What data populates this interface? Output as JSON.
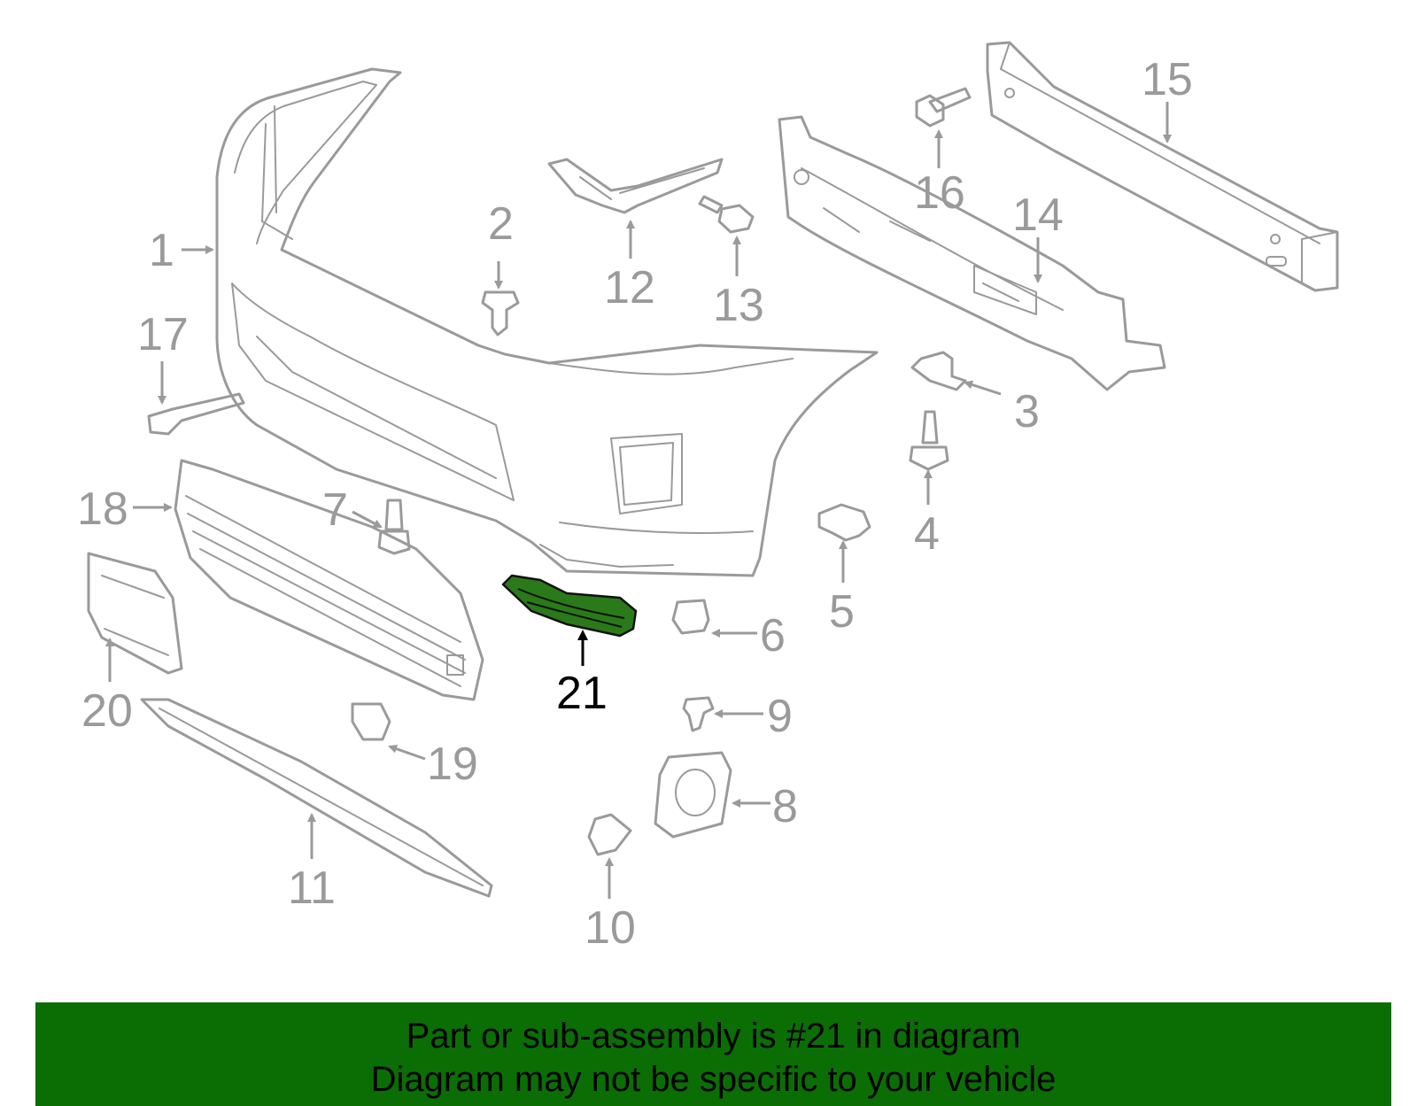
{
  "callouts": {
    "c1": "1",
    "c2": "2",
    "c3": "3",
    "c4": "4",
    "c5": "5",
    "c6": "6",
    "c7": "7",
    "c8": "8",
    "c9": "9",
    "c10": "10",
    "c11": "11",
    "c12": "12",
    "c13": "13",
    "c14": "14",
    "c15": "15",
    "c16": "16",
    "c17": "17",
    "c18": "18",
    "c19": "19",
    "c20": "20",
    "c21": "21"
  },
  "highlighted_part": "21",
  "banner": {
    "line1": "Part or sub-assembly is #21 in diagram",
    "line2": "Diagram may not be specific to your vehicle"
  },
  "colors": {
    "outline": "#9a9a9a",
    "highlight": "#2a7a1a",
    "banner": "#0b6e05"
  }
}
